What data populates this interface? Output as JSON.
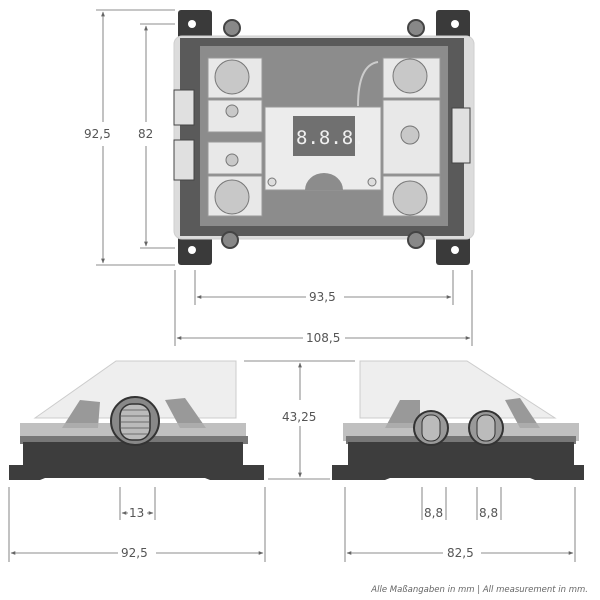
{
  "dimensions": {
    "top_height_outer": "92,5",
    "top_height_inner": "82",
    "top_width_inner": "93,5",
    "top_width_outer": "108,5",
    "side_height": "43,25",
    "left_terminal_width": "13",
    "left_side_width": "92,5",
    "right_terminal_width_1": "8,8",
    "right_terminal_width_2": "8,8",
    "right_side_width": "82,5"
  },
  "display_readout": "8.8.8.",
  "footnote": "Alle Maßangaben in mm | All measurement in mm.",
  "colors": {
    "base": "#3d3d3d",
    "lid": "#8c8c8c",
    "metal": "#e6e6e6",
    "dimension": "#666666"
  }
}
